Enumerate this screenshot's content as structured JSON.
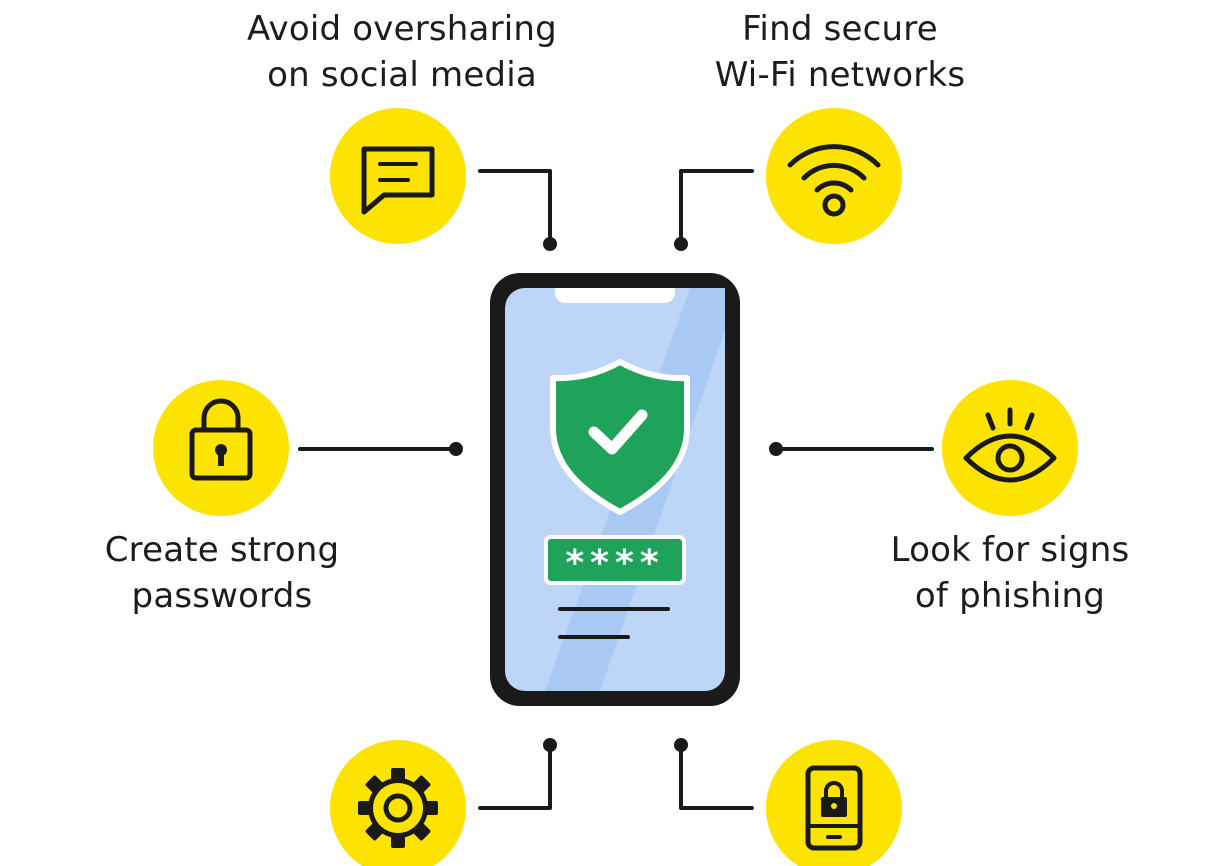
{
  "labels": {
    "social": [
      "Avoid oversharing",
      "on social media"
    ],
    "wifi": [
      "Find secure",
      "Wi-Fi networks"
    ],
    "passwords": [
      "Create strong",
      "passwords"
    ],
    "phishing": [
      "Look for signs",
      "of phishing"
    ]
  },
  "phone": {
    "password_mask": "****"
  },
  "colors": {
    "accent_yellow": "#FCE300",
    "shield_green": "#1FA35B",
    "screen_blue": "#BDD6F8",
    "outline": "#1a1a1a"
  },
  "icons": [
    "chat-bubble-icon",
    "wifi-icon",
    "padlock-icon",
    "eye-icon",
    "gear-icon",
    "phone-lock-icon",
    "shield-check-icon"
  ]
}
